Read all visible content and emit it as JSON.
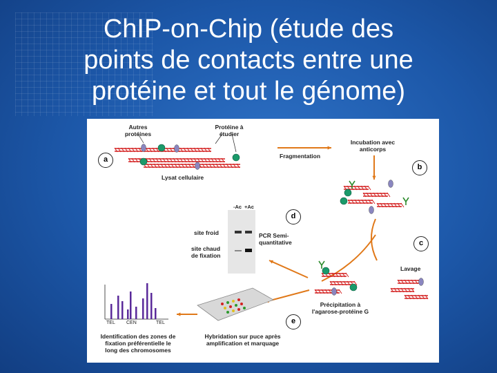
{
  "slide": {
    "title_lines": [
      "ChIP-on-Chip (étude des",
      "points de contacts entre une",
      "protéine et tout le génome)"
    ],
    "background_color": "#1c57a8",
    "title_color": "#ffffff"
  },
  "figure": {
    "step_labels": {
      "a": "a",
      "b": "b",
      "c": "c",
      "d": "d",
      "e": "e"
    },
    "labels": {
      "other_proteins_1": "Autres",
      "other_proteins_2": "protéines",
      "target_protein_1": "Protéine à",
      "target_protein_2": "étudier",
      "cell_lysate": "Lysat cellulaire",
      "fragmentation": "Fragmentation",
      "incubation_1": "Incubation avec",
      "incubation_2": "anticorps",
      "washing": "Lavage",
      "precipitation_1": "Précipitation à",
      "precipitation_2": "l'agarose-protéine G",
      "gel_col_1": "-Ac",
      "gel_col_2": "+Ac",
      "cold_site": "site froid",
      "hot_site_1": "site chaud",
      "hot_site_2": "de fixation",
      "pcr_1": "PCR Semi-",
      "pcr_2": "quantitative",
      "hybridization_1": "Hybridation sur puce après",
      "hybridization_2": "amplification et marquage",
      "identification_1": "Identification des zones de",
      "identification_2": "fixation préférentielle le",
      "identification_3": "long des chromosomes",
      "chart_tick_1": "TEL",
      "chart_tick_2": "CEN",
      "chart_tick_3": "TEL"
    },
    "colors": {
      "dna": "#d42020",
      "target_protein": "#1a9a6a",
      "other_protein": "#8a86c0",
      "antibody": "#2c8a2c",
      "arrow": "#e07818",
      "bars": "#5a2a9a"
    }
  }
}
